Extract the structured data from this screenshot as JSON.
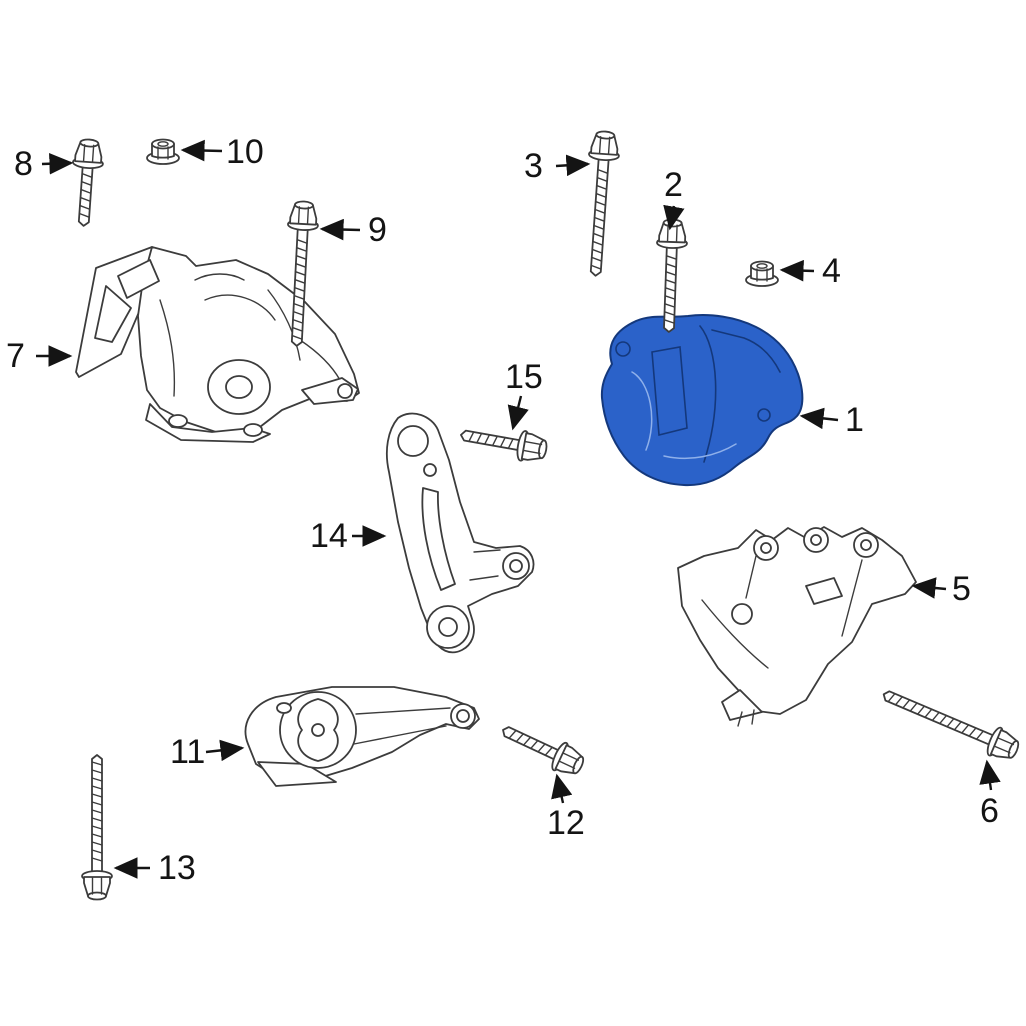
{
  "diagram": {
    "type": "exploded-parts-diagram",
    "subject": "engine-and-transmission-mounts",
    "highlighted_callout": "1",
    "callouts": [
      {
        "label": "1",
        "kind": "mount-highlighted"
      },
      {
        "label": "2",
        "kind": "bolt"
      },
      {
        "label": "3",
        "kind": "bolt"
      },
      {
        "label": "4",
        "kind": "flange-nut"
      },
      {
        "label": "5",
        "kind": "bracket"
      },
      {
        "label": "6",
        "kind": "bolt"
      },
      {
        "label": "7",
        "kind": "engine-mount"
      },
      {
        "label": "8",
        "kind": "bolt"
      },
      {
        "label": "9",
        "kind": "bolt"
      },
      {
        "label": "10",
        "kind": "flange-nut"
      },
      {
        "label": "11",
        "kind": "lower-mount"
      },
      {
        "label": "12",
        "kind": "bolt"
      },
      {
        "label": "13",
        "kind": "bolt"
      },
      {
        "label": "14",
        "kind": "bracket"
      },
      {
        "label": "15",
        "kind": "bolt"
      }
    ]
  },
  "colors": {
    "background": "#ffffff",
    "line": "#3c3c3c",
    "label": "#141414",
    "highlight": "#2b62c9",
    "highlight_dark": "#14387c",
    "highlight_light": "#8fb0ea"
  }
}
